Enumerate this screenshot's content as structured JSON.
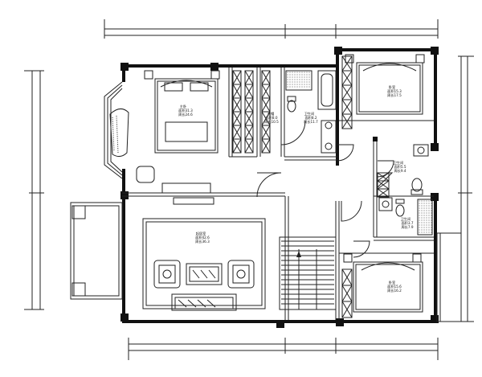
{
  "rooms": {
    "master_bedroom": {
      "name": "主卧",
      "lines": [
        "面积31.3",
        "周长24.6"
      ]
    },
    "closet": {
      "name": "衣帽",
      "lines": [
        "面积8.0",
        "周长10.5"
      ]
    },
    "bath_top": {
      "name": "卫生间",
      "lines": [
        "面积8.2",
        "周长11.7"
      ]
    },
    "bedroom_tr": {
      "name": "卧室",
      "lines": [
        "面积15.3",
        "周长17.5"
      ]
    },
    "bath_right_top": {
      "name": "卫生间",
      "lines": [
        "面积5.5",
        "周长9.4"
      ]
    },
    "bath_right_mid": {
      "name": "卫生间",
      "lines": [
        "面积3.7",
        "周长7.9"
      ]
    },
    "living": {
      "name": "起居室",
      "lines": [
        "面积42.6",
        "周长36.3"
      ]
    },
    "bedroom_br": {
      "name": "卧室",
      "lines": [
        "面积15.6",
        "周长16.2"
      ]
    }
  },
  "colors": {
    "wall": "#111111",
    "line": "#222222",
    "background": "#ffffff"
  }
}
